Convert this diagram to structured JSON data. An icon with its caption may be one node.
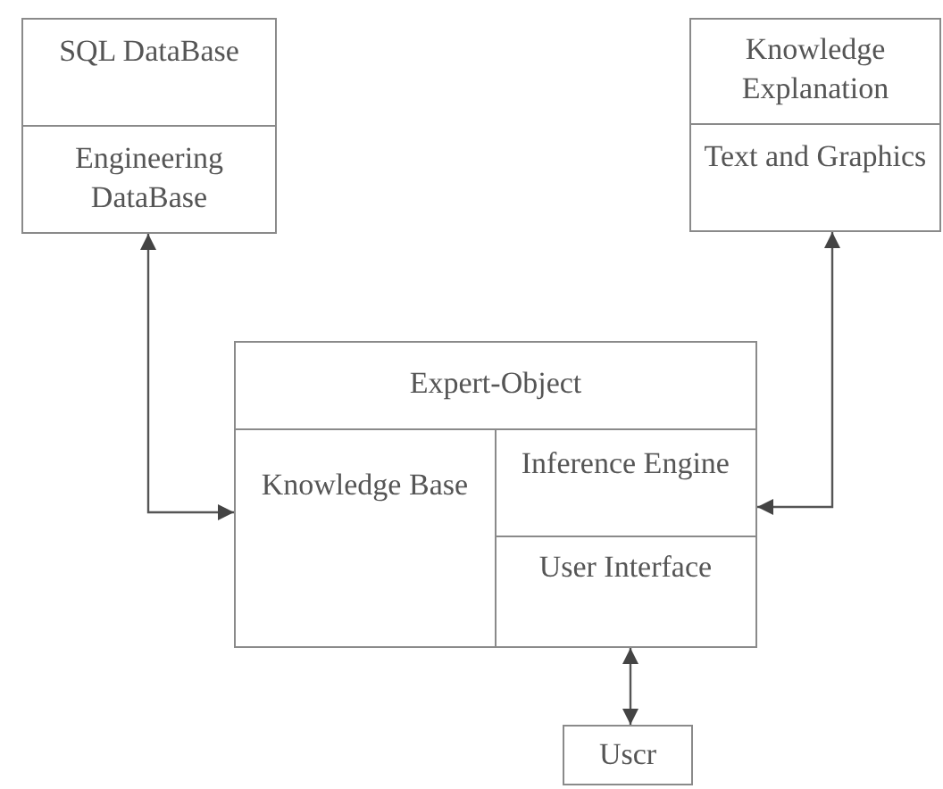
{
  "diagram": {
    "nodes": [
      {
        "text": [
          "SQL DataBase"
        ]
      },
      {
        "text": [
          "Engineering DataBase"
        ]
      },
      {
        "text": [
          "Knowledge Explanation"
        ]
      },
      {
        "text": [
          "Text and Graphics"
        ]
      },
      {
        "text": [
          "Expert-Object"
        ]
      },
      {
        "text": [
          "Knowledge Base"
        ],
        "in": 4
      },
      {
        "text": [
          "Inference Engine"
        ],
        "in": 4
      },
      {
        "text": [
          "User Interface"
        ],
        "in": 4
      },
      {
        "text": [
          "Uscr"
        ]
      }
    ],
    "edges": [
      {
        "from": 1,
        "to": 5,
        "arrow": "both"
      },
      {
        "from": 3,
        "to": 6,
        "arrow": "both"
      },
      {
        "from": 7,
        "to": 8,
        "arrow": "both"
      }
    ]
  }
}
